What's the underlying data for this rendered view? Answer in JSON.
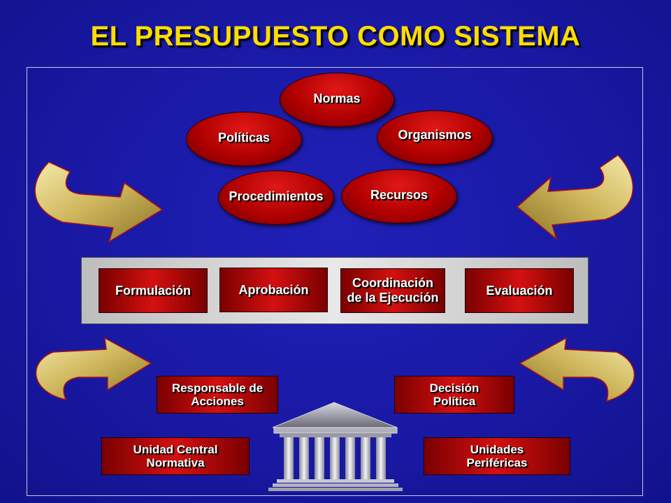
{
  "title": "EL PRESUPUESTO COMO SISTEMA",
  "ovals": {
    "normas": "Normas",
    "politicas": "Políticas",
    "organismos": "Organismos",
    "procedimientos": "Procedimientos",
    "recursos": "Recursos"
  },
  "stages": {
    "formulacion": "Formulación",
    "aprobacion": "Aprobación",
    "coordinacion_line1": "Coordinación",
    "coordinacion_line2": "de la Ejecución",
    "evaluacion": "Evaluación"
  },
  "actors": {
    "responsable": "Responsable de\nAcciones",
    "decision": "Decisión\nPolítica",
    "unidad_central": "Unidad Central\nNormativa",
    "unidades_perifericas": "Unidades\nPeriféricas"
  },
  "icons": {
    "arrows": "curved-arrow-icon",
    "building": "institution-building-icon"
  },
  "colors": {
    "background": "#1919a8",
    "title": "#ffdd00",
    "red": "#c80000",
    "arrow_gold": "#d4c06a"
  }
}
